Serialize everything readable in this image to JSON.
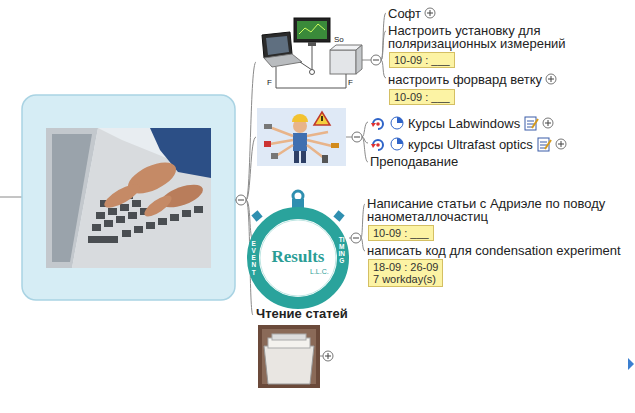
{
  "diagram": {
    "nodes": [
      {
        "text": [
          "Софт"
        ]
      },
      {
        "text": [
          "Настроить установку для поляризационных измерений"
        ]
      },
      {
        "text": [
          "10-09 : ___"
        ],
        "in": 1
      },
      {
        "text": [
          "настроить форвард ветку"
        ]
      },
      {
        "text": [
          "10-09 : ___"
        ],
        "in": 3
      },
      {
        "text": [
          "Курсы Labwindows"
        ]
      },
      {
        "text": [
          "курсы Ultrafast optics"
        ]
      },
      {
        "text": [
          "Преподавание"
        ]
      },
      {
        "text": [
          "Написание статьи с Адриэле по поводу нанометаллочастиц"
        ]
      },
      {
        "text": [
          "10-09 : ___"
        ],
        "in": 8
      },
      {
        "text": [
          "написать код для condensation experiment"
        ]
      },
      {
        "text": [
          "18-09 : 26-09",
          "7 workday(s)"
        ],
        "in": 10
      },
      {
        "text": [
          "Чтение статей"
        ]
      }
    ],
    "labels": [
      "So",
      "F",
      "F",
      "Results",
      "L.L.C.",
      "EVENT",
      "TIMING"
    ]
  }
}
